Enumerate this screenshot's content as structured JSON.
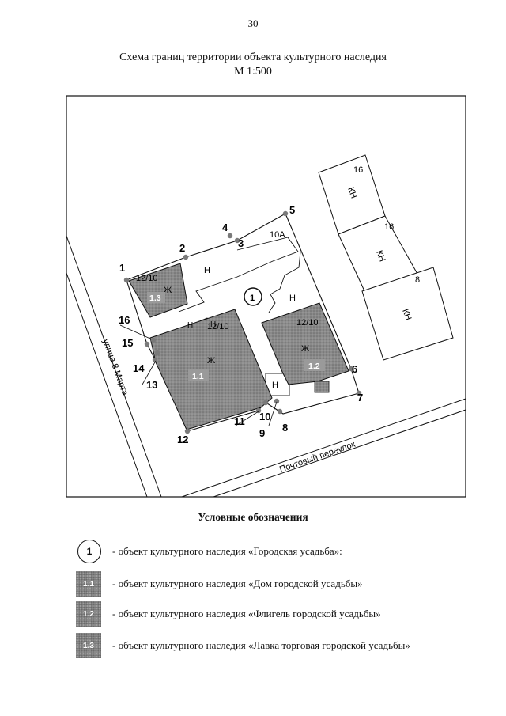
{
  "page_number": "30",
  "title_line1": "Схема границ территории объекта культурного наследия",
  "title_line2": "М 1:500",
  "map": {
    "street_left": "улица 8 Марта",
    "street_bottom": "Почтовый переулок",
    "points": [
      "1",
      "2",
      "3",
      "4",
      "5",
      "6",
      "7",
      "8",
      "9",
      "10",
      "11",
      "12",
      "13",
      "14",
      "15",
      "16"
    ],
    "building_numbers": [
      "12/10",
      "12/10",
      "12/10",
      "10А",
      "16",
      "16",
      "8"
    ],
    "building_types": [
      "Ж",
      "Ж",
      "Ж",
      "Н",
      "Н",
      "Н",
      "Н",
      "Н",
      "КН",
      "КН",
      "КН"
    ],
    "object_labels": [
      "1",
      "1.1",
      "1.2",
      "1.3"
    ]
  },
  "legend": {
    "title": "Условные обозначения",
    "items": [
      {
        "symbol": "1",
        "text": "- объект культурного наследия «Городская усадьба»:"
      },
      {
        "symbol": "1.1",
        "text": "- объект культурного наследия «Дом городской усадьбы»"
      },
      {
        "symbol": "1.2",
        "text": "- объект культурного наследия «Флигель городской усадьбы»"
      },
      {
        "symbol": "1.3",
        "text": "- объект культурного наследия «Лавка торговая городской усадьбы»"
      }
    ]
  },
  "colors": {
    "heritage_fill": "#8a8a8a",
    "line": "#111111",
    "point": "#777777"
  }
}
